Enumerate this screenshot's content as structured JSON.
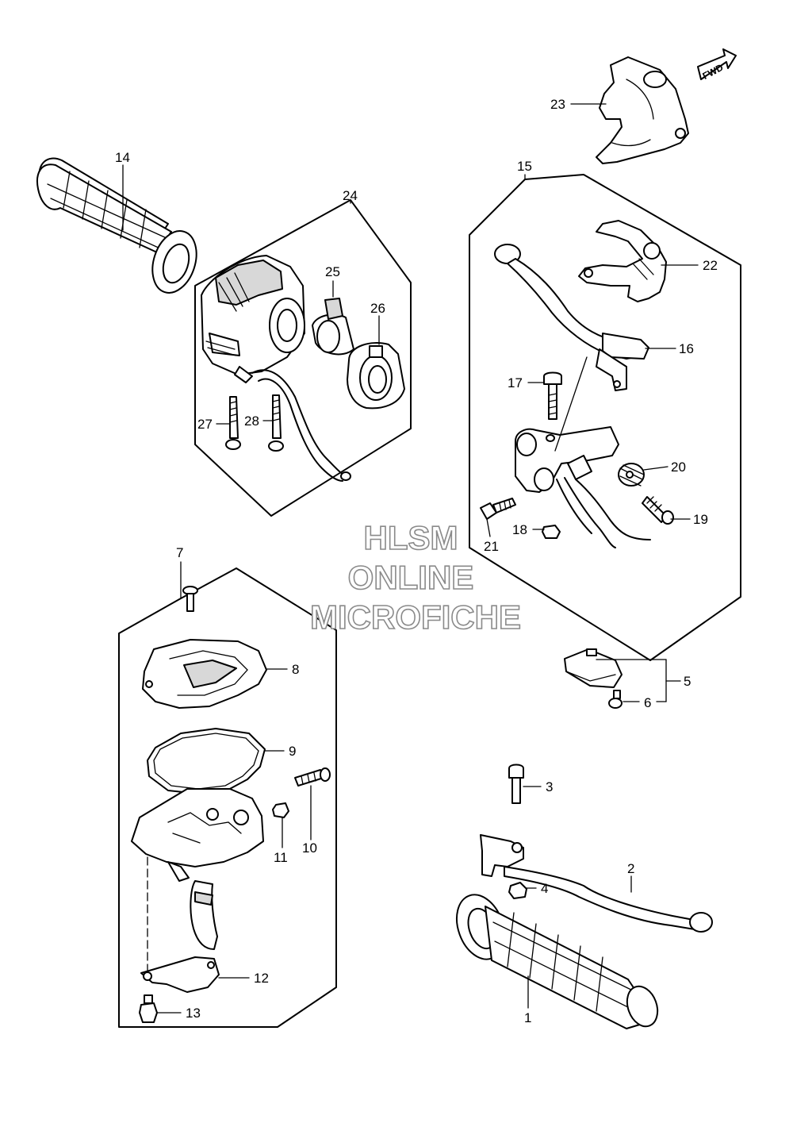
{
  "labels": {
    "l1": "1",
    "l2": "2",
    "l3": "3",
    "l4": "4",
    "l5": "5",
    "l6": "6",
    "l7": "7",
    "l8": "8",
    "l9": "9",
    "l10": "10",
    "l11": "11",
    "l12": "12",
    "l13": "13",
    "l14": "14",
    "l15": "15",
    "l16": "16",
    "l17": "17",
    "l18": "18",
    "l19": "19",
    "l20": "20",
    "l21": "21",
    "l22": "22",
    "l23": "23",
    "l24": "24",
    "l25": "25",
    "l26": "26",
    "l27": "27",
    "l28": "28"
  },
  "fwd_badge": "FWD",
  "watermark": {
    "line1": "HLSM",
    "line2": "ONLINE",
    "line3": "MICROFICHE"
  }
}
